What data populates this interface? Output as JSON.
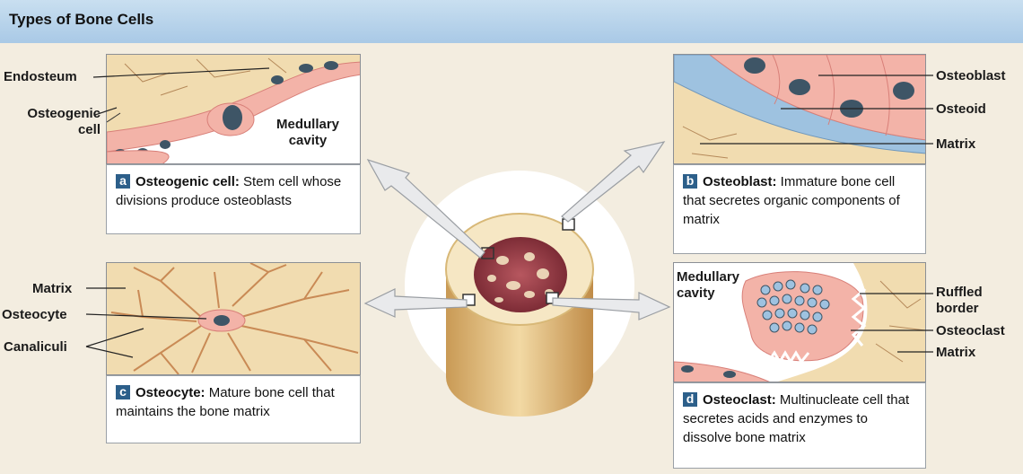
{
  "title": "Types of Bone Cells",
  "panel_a": {
    "letter": "a",
    "caption_bold": "Osteogenic cell:",
    "caption_rest": " Stem cell whose divisions produce osteoblasts",
    "labels": {
      "endosteum": "Endosteum",
      "osteogenic_cell": "Osteogenic cell",
      "medullary": "Medullary cavity"
    }
  },
  "panel_b": {
    "letter": "b",
    "caption_bold": "Osteoblast:",
    "caption_rest": " Immature bone cell that secretes organic components of matrix",
    "labels": {
      "osteoblast": "Osteoblast",
      "osteoid": "Osteoid",
      "matrix": "Matrix"
    }
  },
  "panel_c": {
    "letter": "c",
    "caption_bold": "Osteocyte:",
    "caption_rest": " Mature bone cell that maintains the bone matrix",
    "labels": {
      "matrix": "Matrix",
      "osteocyte": "Osteocyte",
      "canaliculi": "Canaliculi"
    }
  },
  "panel_d": {
    "letter": "d",
    "caption_bold": "Osteoclast:",
    "caption_rest": " Multinucleate cell that secretes acids and enzymes to dissolve bone matrix",
    "labels": {
      "medullary": "Medullary cavity",
      "ruffled": "Ruffled border",
      "osteoclast": "Osteoclast",
      "matrix": "Matrix"
    }
  },
  "colors": {
    "bone": "#f1dcb0",
    "tissue": "#f3b3a8",
    "nucleus": "#3e5566",
    "osteoid": "#9ec2e0",
    "badge": "#2c5f8a"
  }
}
